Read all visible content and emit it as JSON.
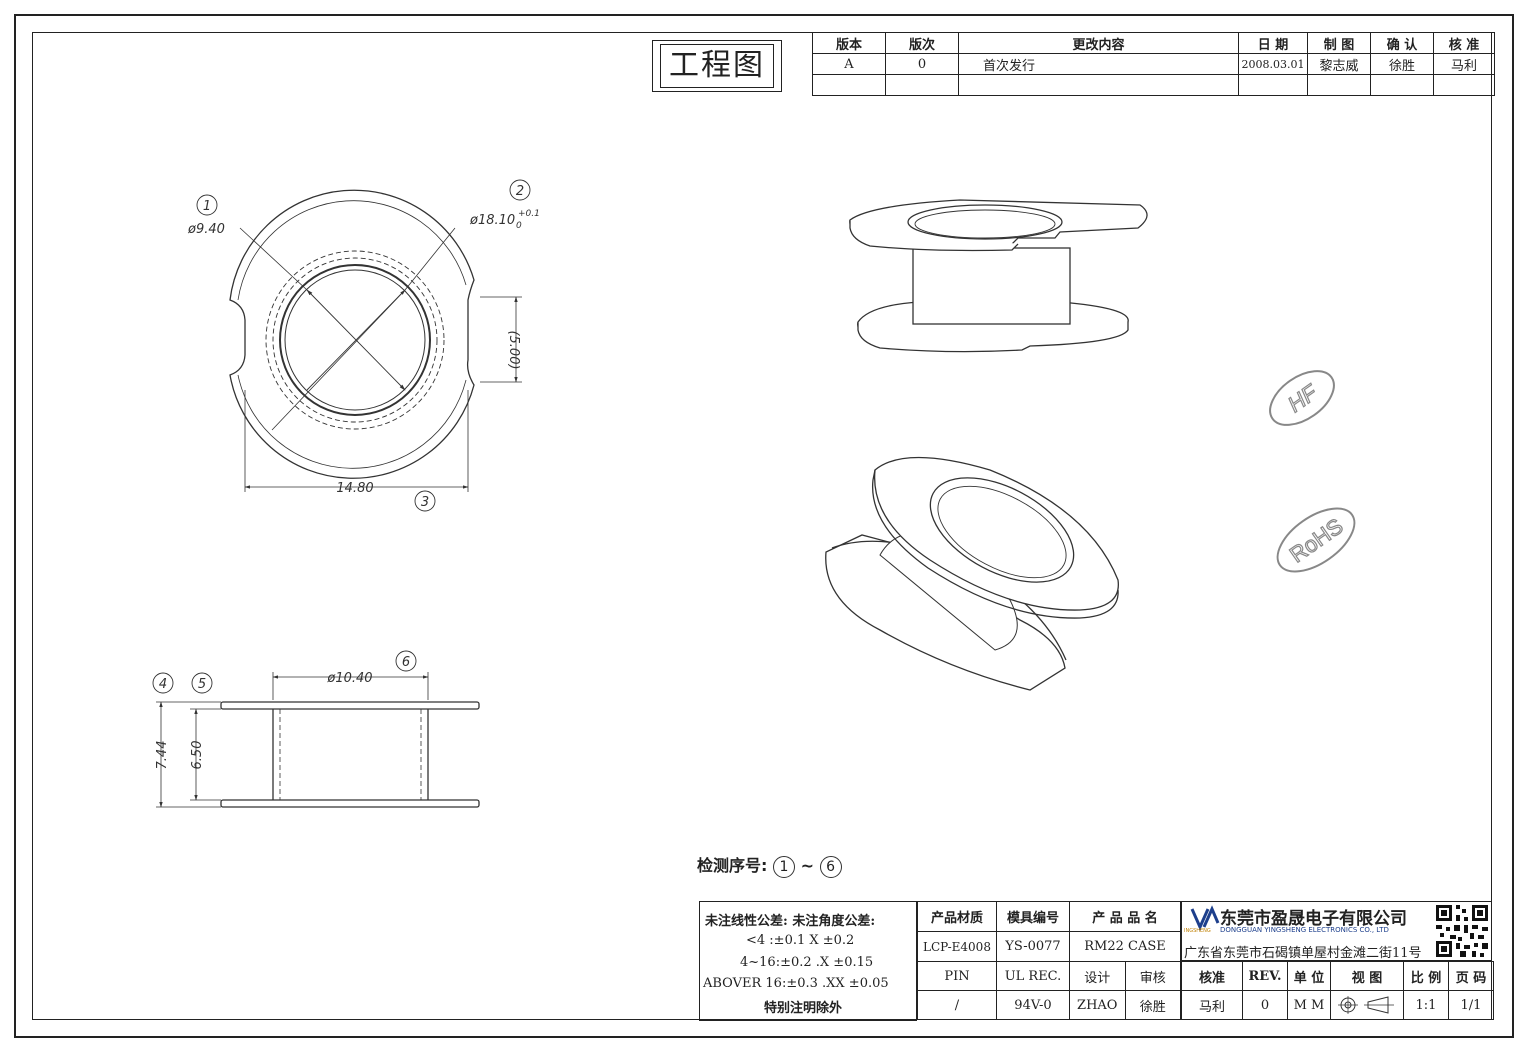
{
  "drawing_title": "工程图",
  "revision_table": {
    "headers": [
      "版本",
      "版次",
      "更改内容",
      "日 期",
      "制 图",
      "确 认",
      "核 准"
    ],
    "rows": [
      [
        "A",
        "0",
        "首次发行",
        "2008.03.01",
        "黎志威",
        "徐胜",
        "马利"
      ],
      [
        "",
        "",
        "",
        "",
        "",
        "",
        ""
      ]
    ]
  },
  "dimensions": {
    "balloon_1": "1",
    "balloon_2": "2",
    "balloon_3": "3",
    "balloon_4": "4",
    "balloon_5": "5",
    "balloon_6": "6",
    "inner_dia": "ø9.40",
    "outer_dia": "ø18.10",
    "outer_tol_upper": "+0.1",
    "outer_tol_lower": "0",
    "slot_width": "(5.00)",
    "flat_width": "14.80",
    "tube_dia": "ø10.40",
    "total_height": "7.44",
    "inner_height": "6.50"
  },
  "marks": {
    "hf": "HF",
    "rohs": "RoHS"
  },
  "inspection": {
    "label": "检测序号:",
    "range_sep": "~",
    "from": "1",
    "to": "6"
  },
  "tolerance": {
    "line1": "未注线性公差:  未注角度公差:",
    "line2": "<4 :±0.1  X ±0.2",
    "line3": "4~16:±0.2 .X ±0.15",
    "line4": "ABOVER 16:±0.3 .XX ±0.05",
    "line5": "特别注明除外"
  },
  "title_block": {
    "h_material": "产品材质",
    "h_mold": "模具编号",
    "h_product": "产 品 品 名",
    "material": "LCP-E4008",
    "mold": "YS-0077",
    "product": "RM22 CASE",
    "h_pin": "PIN",
    "h_ul": "UL REC.",
    "h_design": "设计",
    "h_review": "审核",
    "h_approve": "核准",
    "h_rev": "REV.",
    "h_unit": "单 位",
    "h_view": "视 图",
    "h_scale": "比 例",
    "h_page": "页 码",
    "pin": "/",
    "ul": "94V-0",
    "design": "ZHAO",
    "review": "徐胜",
    "approve": "马利",
    "rev": "0",
    "unit": "M M",
    "scale": "1:1",
    "page": "1/1"
  },
  "company": {
    "name": "东莞市盈晟电子有限公司",
    "logo_text": "INGSHENG",
    "english": "DONGGUAN YINGSHENG ELECTRONICS CO., LTD",
    "address": "广东省东莞市石碣镇单屋村金滩二街11号"
  }
}
